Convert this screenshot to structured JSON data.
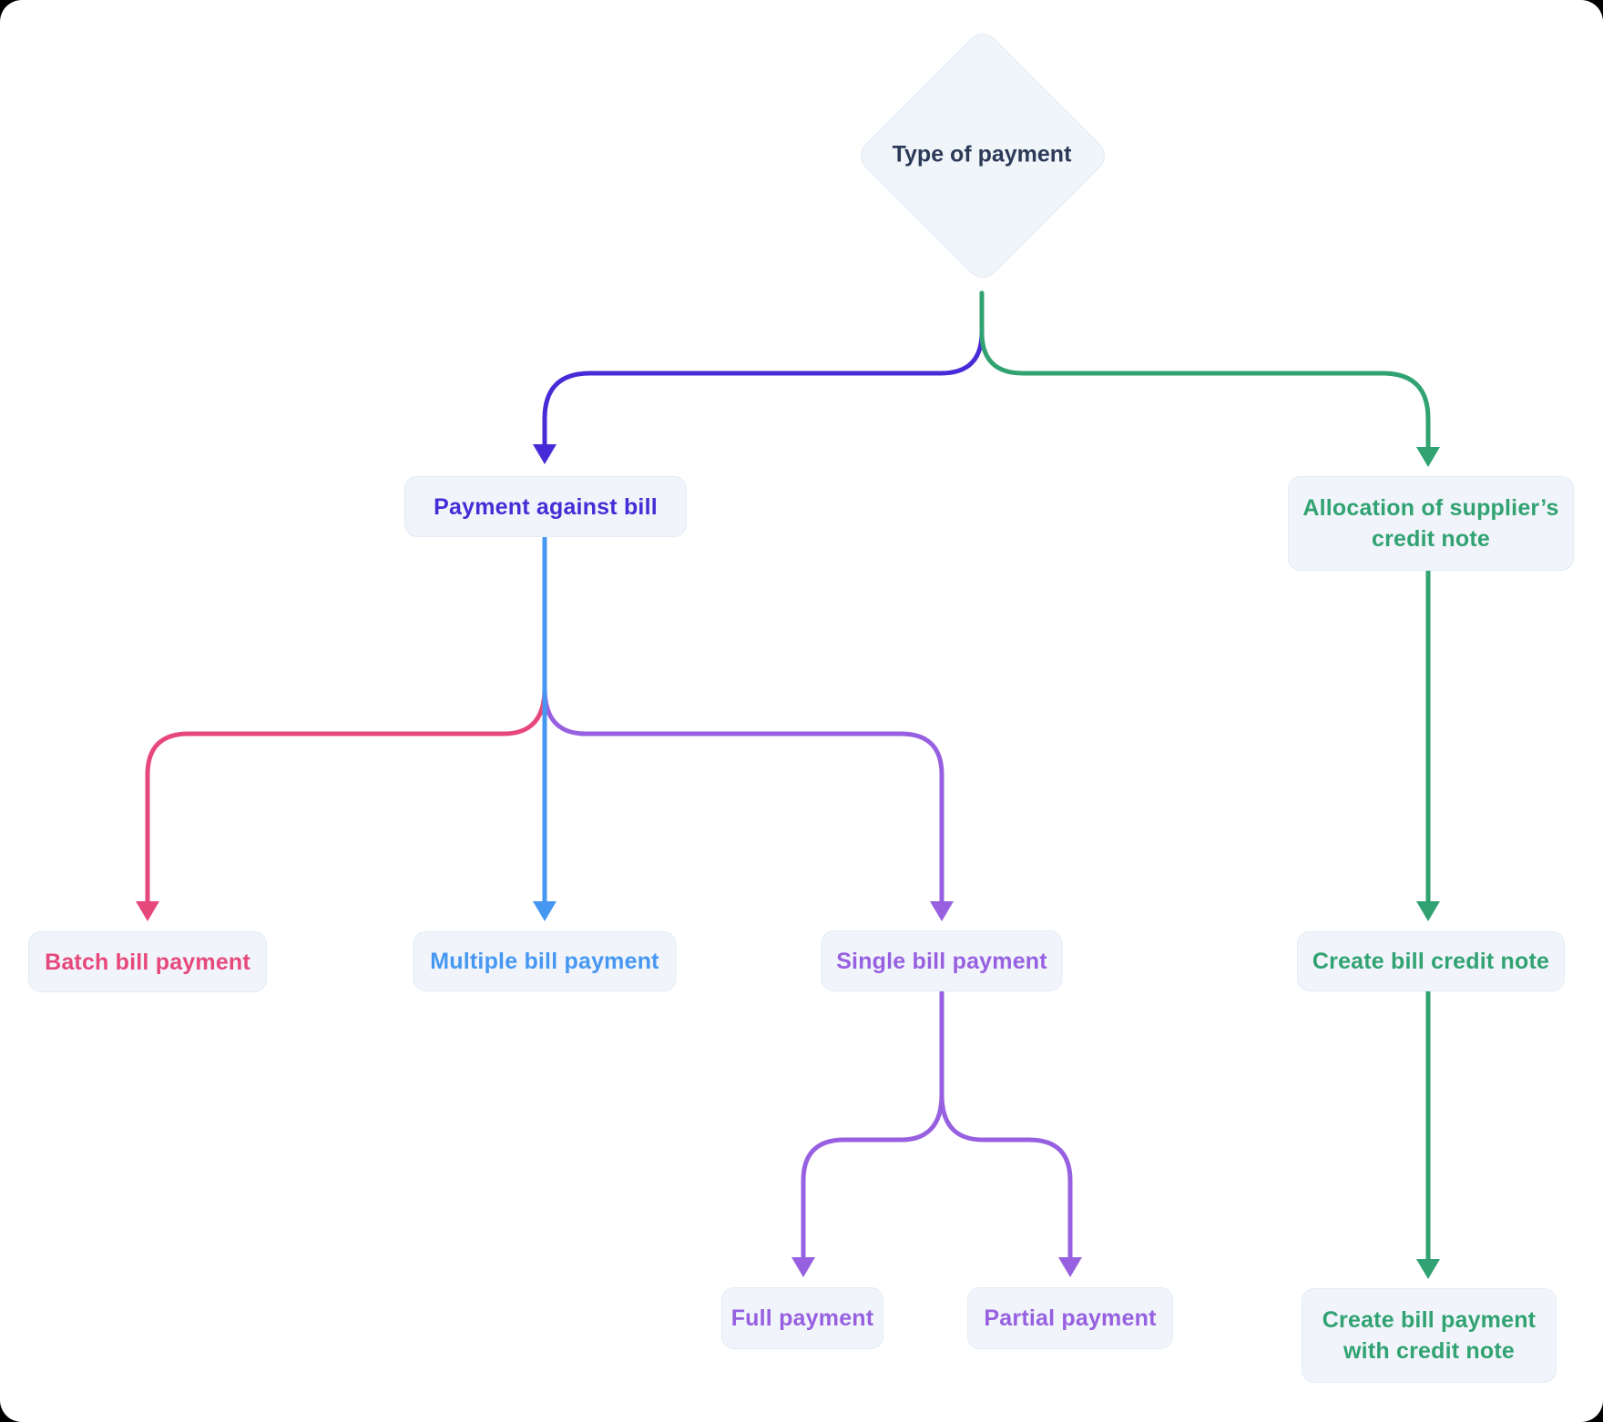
{
  "colors": {
    "navy": "#2c3a58",
    "indigo": "#472bd6",
    "green": "#31a271",
    "pink": "#e7487b",
    "blue": "#4697f2",
    "purple": "#9760e0",
    "node_fill": "#f1f5fb",
    "node_border": "#e3ebf6",
    "card_bg": "#ffffff",
    "outside_bg": "#000000"
  },
  "nodes": {
    "type_of_payment": {
      "label": "Type of payment"
    },
    "payment_against_bill": {
      "label": "Payment against bill"
    },
    "allocation_credit_note": {
      "lines": [
        "Allocation of supplier’s",
        "credit note"
      ]
    },
    "batch_bill_payment": {
      "label": "Batch bill payment"
    },
    "multiple_bill_payment": {
      "label": "Multiple bill payment"
    },
    "single_bill_payment": {
      "label": "Single bill payment"
    },
    "full_payment": {
      "label": "Full payment"
    },
    "partial_payment": {
      "label": "Partial payment"
    },
    "create_bill_credit_note": {
      "label": "Create bill credit note"
    },
    "create_bill_payment_with_credit_note": {
      "lines": [
        "Create bill payment",
        "with credit note"
      ]
    }
  }
}
